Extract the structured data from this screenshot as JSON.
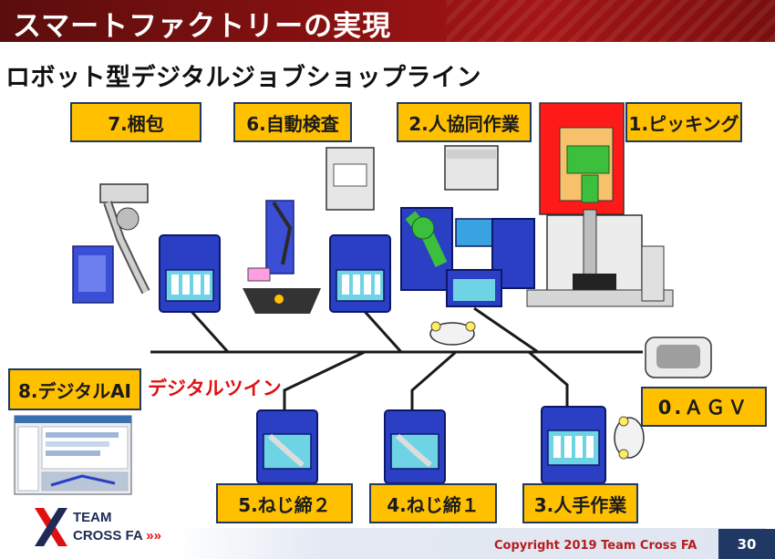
{
  "slide": {
    "title": "スマートファクトリーの実現",
    "subtitle": "ロボット型デジタルジョブショップライン",
    "digital_twin": "デジタルツイン",
    "copyright": "Copyright 2019 Team Cross FA",
    "page_number": "30"
  },
  "stations": {
    "s7": "7.梱包",
    "s6": "6.自動検査",
    "s2": "2.人協同作業",
    "s1": "1.ピッキング",
    "s8": "8.デジタルAI",
    "s0": "0.ＡＧＶ",
    "s5": "5.ねじ締２",
    "s4": "4.ねじ締１",
    "s3": "3.人手作業"
  },
  "logo": {
    "line1": "TEAM",
    "line2": "CROSS FA",
    "arrows": "»»"
  },
  "colors": {
    "label_fill": "#ffc000",
    "label_border": "#1f3864",
    "title_bg": "#8b1111",
    "cart_blue": "#2b3fc4",
    "robot_green": "#3cbf3c",
    "accent_red": "#e01010"
  }
}
